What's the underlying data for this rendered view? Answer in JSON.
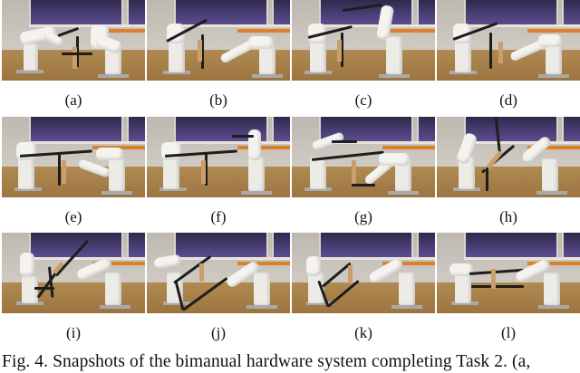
{
  "figure": {
    "panels": [
      {
        "label": "(a)",
        "description": "Two white robot arms holding a dark chair frame upright on table"
      },
      {
        "label": "(b)",
        "description": "Left arm holds chair frame, right arm reaches under"
      },
      {
        "label": "(c)",
        "description": "Right arm raised holding chair part overhead"
      },
      {
        "label": "(d)",
        "description": "Arms holding chair frame with right arm bent low"
      },
      {
        "label": "(e)",
        "description": "Left arm holds long bar, right arm bent underneath"
      },
      {
        "label": "(f)",
        "description": "Chair frame on table, right arm raised upright"
      },
      {
        "label": "(g)",
        "description": "Left arm raised holding gripper, bar across"
      },
      {
        "label": "(h)",
        "description": "Both arms tilting chair frame diagonally"
      },
      {
        "label": "(i)",
        "description": "Left arm holds frame, right arm holds long rod diagonally"
      },
      {
        "label": "(j)",
        "description": "Chair frame tilted between both arms"
      },
      {
        "label": "(k)",
        "description": "Chair frame held upright between arms"
      },
      {
        "label": "(l)",
        "description": "Both arms assembling chair frame horizontally"
      }
    ],
    "caption": "Fig. 4.   Snapshots of the bimanual hardware system completing Task 2. (a,"
  }
}
